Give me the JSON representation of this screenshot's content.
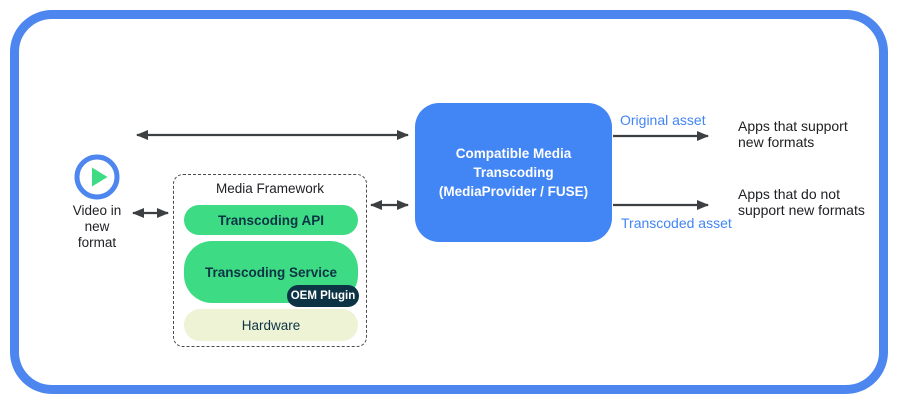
{
  "diagram": {
    "source": {
      "icon": "play-icon",
      "label": "Video in\nnew\nformat"
    },
    "media_framework": {
      "title": "Media Framework",
      "layers": [
        {
          "id": "transcoding-api",
          "label": "Transcoding API"
        },
        {
          "id": "transcoding-service",
          "label": "Transcoding Service",
          "badge": "OEM Plugin"
        },
        {
          "id": "hardware",
          "label": "Hardware"
        }
      ]
    },
    "transcoder": {
      "label": "Compatible Media\nTranscoding\n(MediaProvider / FUSE)"
    },
    "outputs": [
      {
        "asset_label": "Original asset",
        "target": "Apps that support\nnew formats"
      },
      {
        "asset_label": "Transcoded asset",
        "target": "Apps that do not\nsupport new formats"
      }
    ],
    "colors": {
      "frame_border_blue": "#4d86ee",
      "transcoder_blue": "#4285f4",
      "asset_label_blue": "#4285f4",
      "pill_green": "#3ddc84",
      "oem_navy": "#0d3445",
      "hardware_cream": "#eef3d6",
      "arrow_gray": "#3c4043",
      "text_dark": "#202124"
    }
  }
}
